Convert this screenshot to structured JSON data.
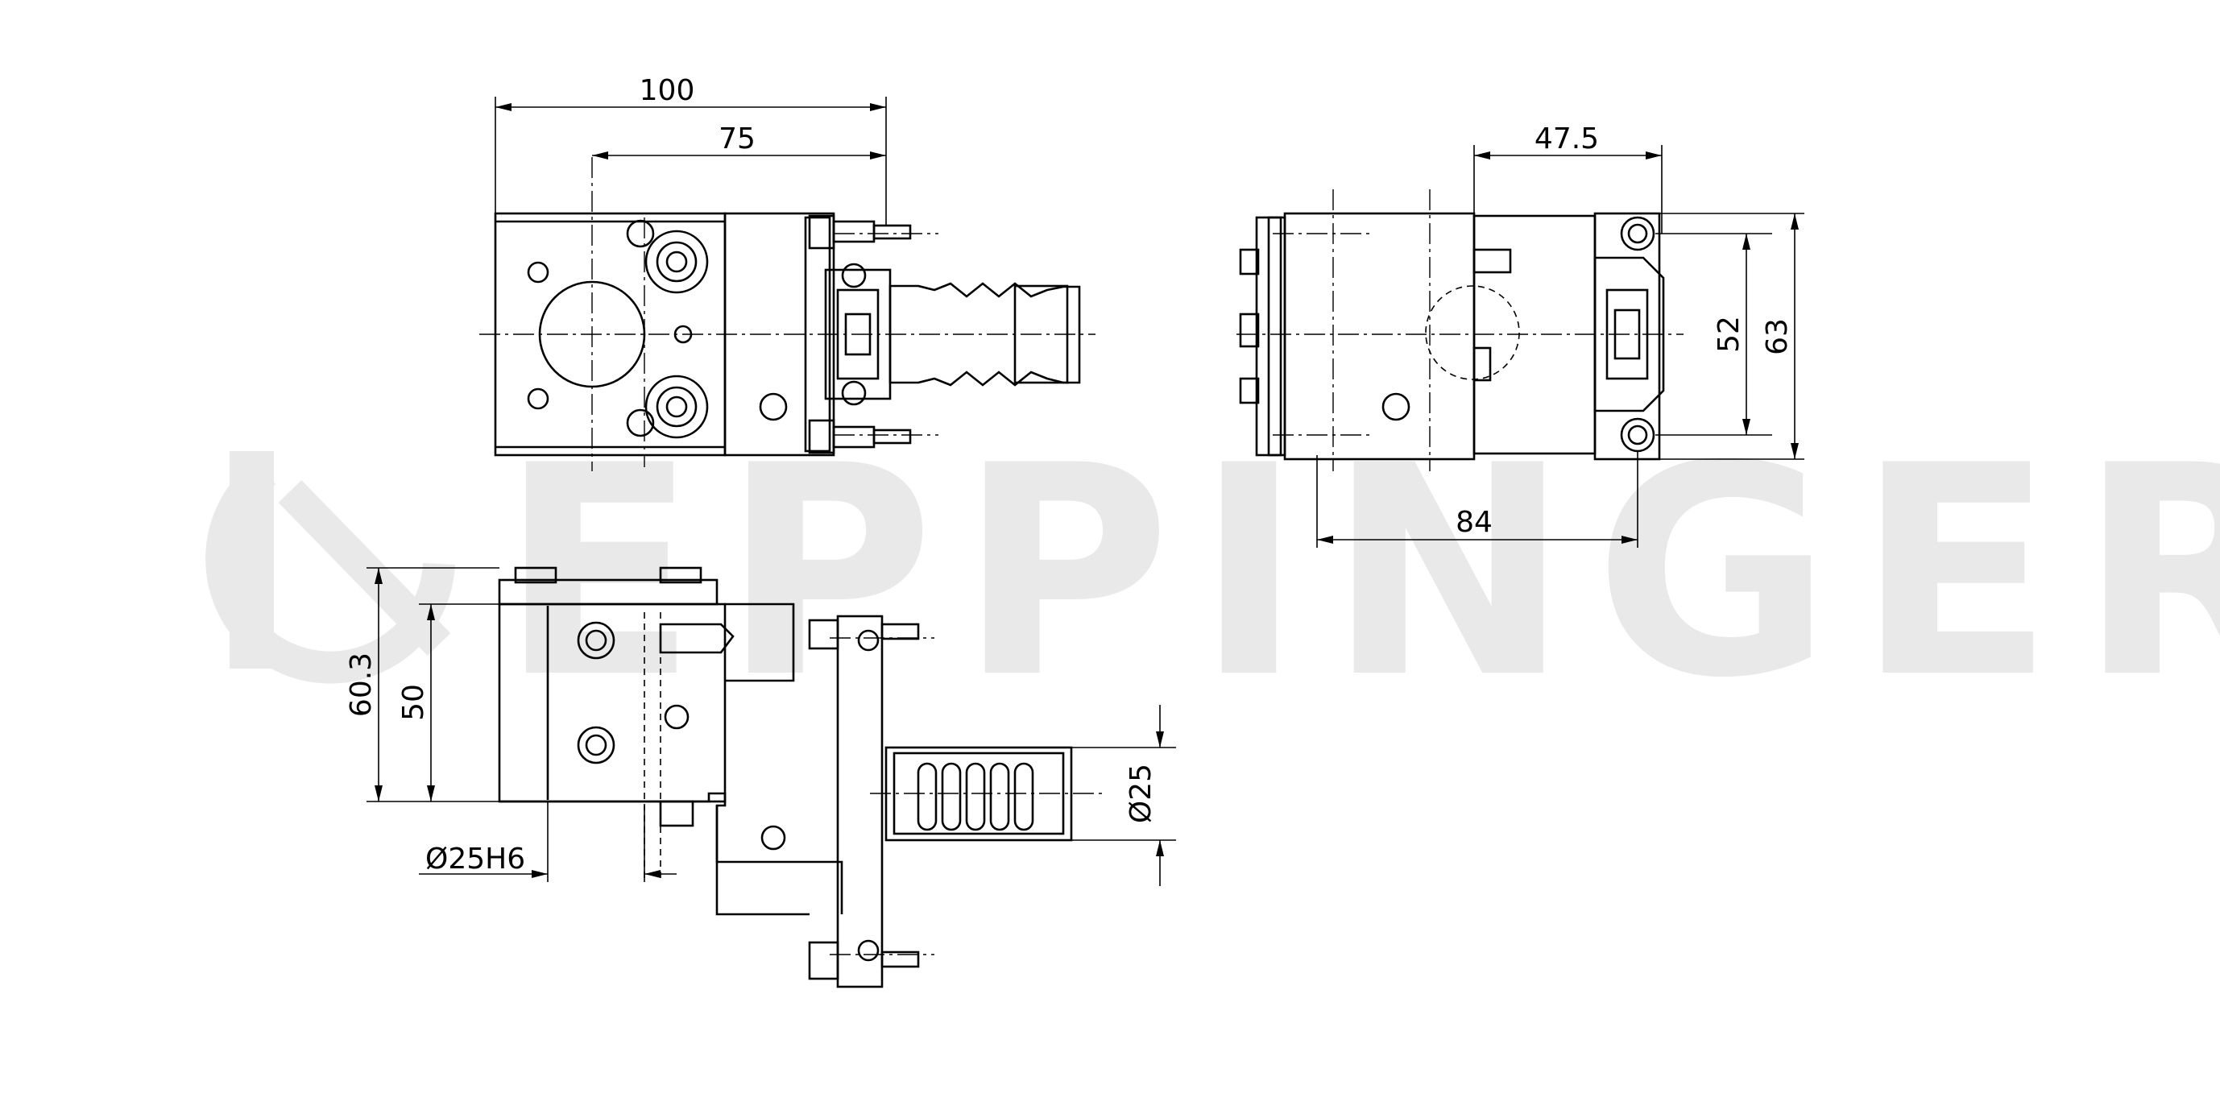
{
  "watermark": {
    "text": "EPPINGER",
    "color": "#e9e9e9"
  },
  "dimensions": {
    "d100": "100",
    "d75": "75",
    "d47_5": "47.5",
    "d52": "52",
    "d63": "63",
    "d84": "84",
    "d60_3": "60.3",
    "d50": "50",
    "d25H6": "Ø25H6",
    "d25": "Ø25"
  },
  "colors": {
    "line": "#000000",
    "background": "#ffffff"
  }
}
